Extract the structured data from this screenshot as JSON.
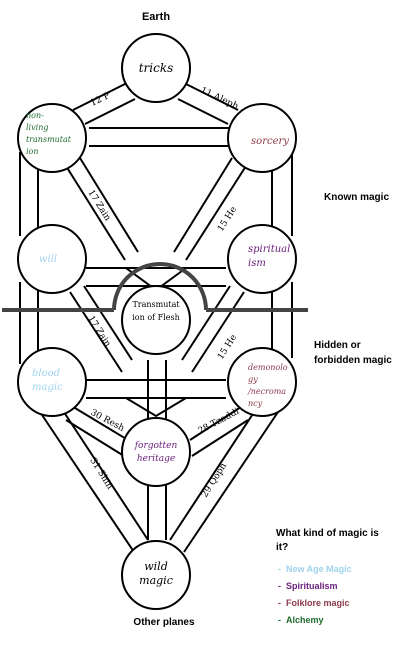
{
  "top_label": "Earth",
  "bottom_label": "Other planes",
  "right_labels": {
    "known": "Known magic",
    "hidden": [
      "Hidden or",
      "forbidden magic"
    ]
  },
  "nodes": {
    "top": "tricks",
    "upper_left": [
      "non-",
      "living",
      "transmutat",
      "ion"
    ],
    "upper_right": "sorcery",
    "mid_left": "will",
    "mid_right": [
      "spiritual",
      "ism"
    ],
    "center": [
      "Transmutat",
      "ion of Flesh"
    ],
    "lower_left": [
      "blood",
      "magic"
    ],
    "lower_right": [
      "demonolo",
      "gy",
      "/necroma",
      "ncy"
    ],
    "lower_center": [
      "forgotten",
      "heritage"
    ],
    "bottom": [
      "wild",
      "magic"
    ]
  },
  "paths": {
    "p12": "12 P",
    "p11": "11 Aleph",
    "p17a": "17 Zain",
    "p15a": "15 He",
    "p17b": "17 Zain",
    "p15b": "15 He",
    "p30": "30 Resh",
    "p28": "28 Tzaddi",
    "p31": "31 Shin",
    "p29": "29 Qoph"
  },
  "legend": {
    "title": [
      "What kind of magic is",
      "it?"
    ],
    "items": [
      {
        "label": "New Age Magic",
        "color": "#9fd3ee"
      },
      {
        "label": "Spiritualism",
        "color": "#6a1f7a"
      },
      {
        "label": "Folklore magic",
        "color": "#8b3a4a"
      },
      {
        "label": "Alchemy",
        "color": "#1f6b2e"
      }
    ]
  },
  "colors": {
    "new_age": "#9fd3ee",
    "spiritualism": "#6a1f7a",
    "folklore": "#8b3a4a",
    "alchemy": "#1f6b2e"
  }
}
